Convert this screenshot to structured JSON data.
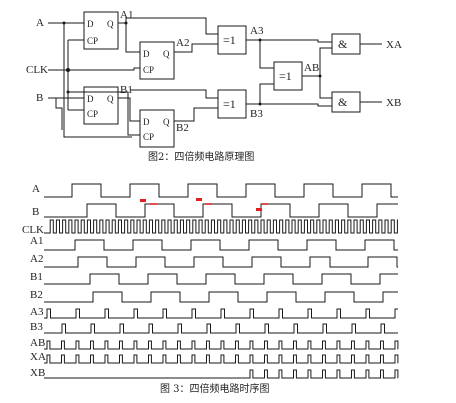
{
  "colors": {
    "ink": "#1a1a1a",
    "highlight": "#e02020",
    "background": "#ffffff"
  },
  "schematic": {
    "caption": "图2：四倍频电路原理图",
    "flipflop_text": {
      "d": "D",
      "q": "Q",
      "cp": "CP"
    },
    "xor_text": "=1",
    "and_text": "&",
    "inputs": [
      "A",
      "CLK",
      "B"
    ],
    "nodes": {
      "a1": "A1",
      "a2": "A2",
      "b1": "B1",
      "b2": "B2",
      "a3": "A3",
      "b3": "B3",
      "ab": "AB"
    },
    "outputs": {
      "xa": "XA",
      "xb": "XB"
    }
  },
  "timing": {
    "caption": "图 3：四倍频电路时序图",
    "signals": [
      "A",
      "B",
      "CLK",
      "A1",
      "A2",
      "B1",
      "B2",
      "A3",
      "B3",
      "AB",
      "XA",
      "XB"
    ]
  }
}
